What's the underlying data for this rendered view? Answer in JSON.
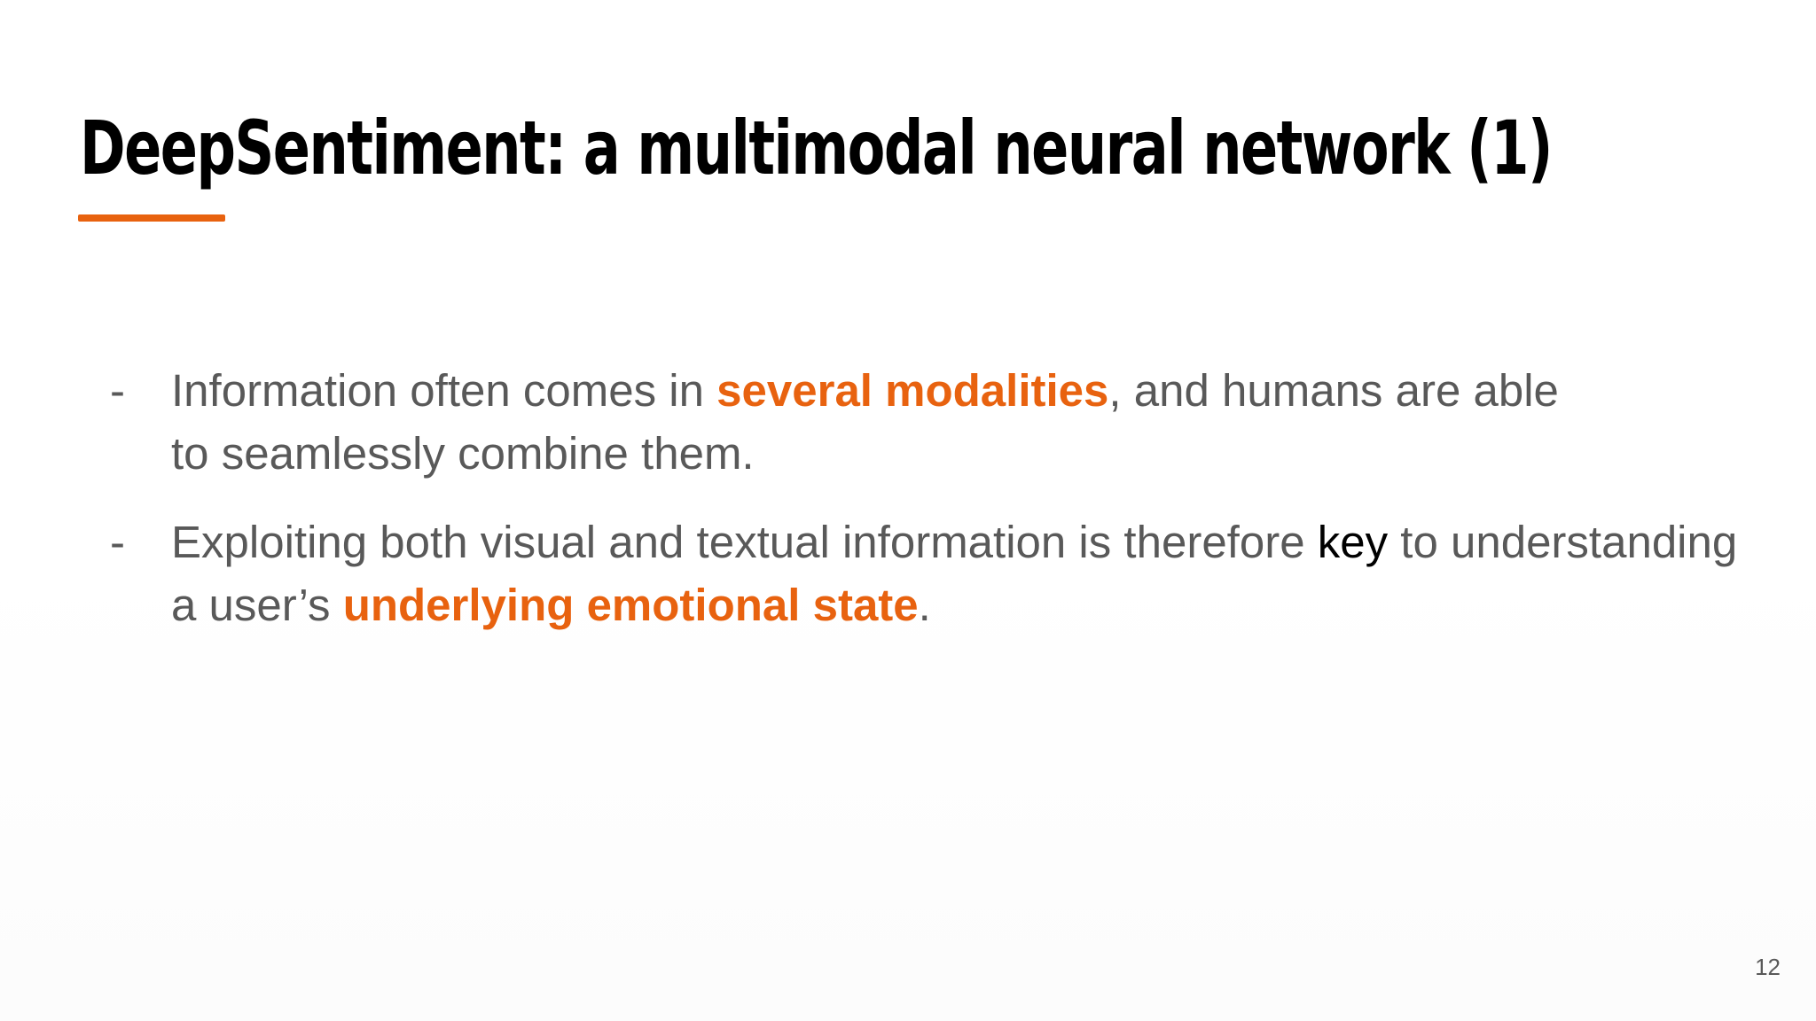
{
  "slide": {
    "title": "DeepSentiment: a multimodal neural network (1)",
    "accent_color": "#e8620f",
    "page_number": "12",
    "bullets": [
      {
        "marker": "-",
        "text_1": "Information often comes in ",
        "highlight_1": "several modalities",
        "text_2": ", and humans are able to seamlessly combine them."
      },
      {
        "marker": "-",
        "text_1": "Exploiting both visual and textual information is therefore ",
        "emphasis_1": "key",
        "text_2": " to understanding a user’s ",
        "highlight_1": "underlying emotional state",
        "text_3": "."
      }
    ]
  }
}
